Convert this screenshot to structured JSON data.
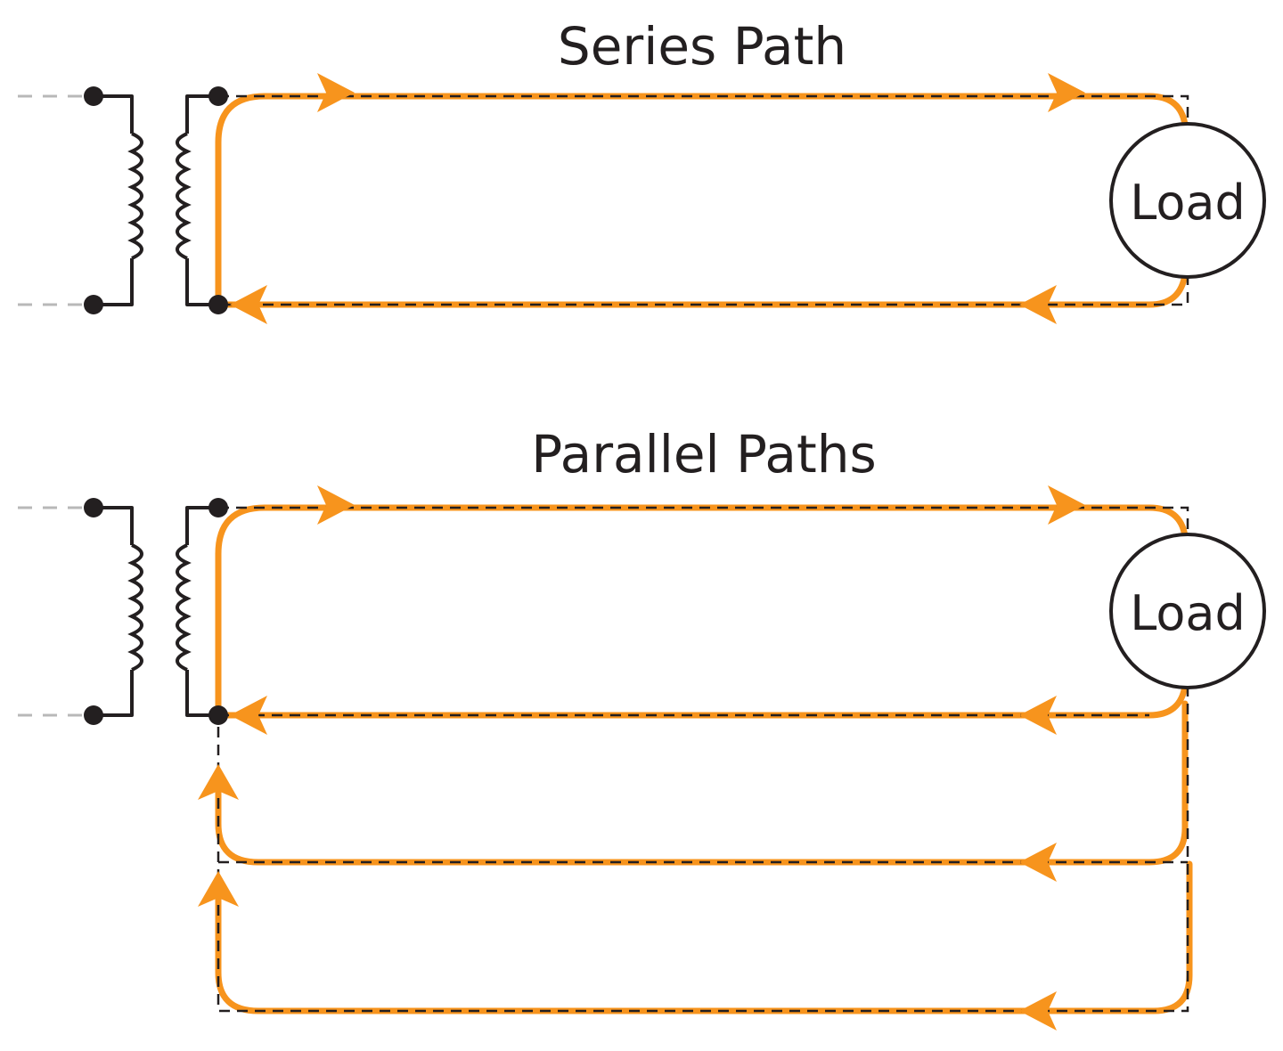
{
  "series": {
    "title": "Series Path",
    "load_label": "Load"
  },
  "parallel": {
    "title": "Parallel Paths",
    "load_label": "Load"
  },
  "colors": {
    "current_flow": "#f7941d",
    "conductor": "#231f20",
    "primary_lead": "#b8b8b8"
  },
  "icons": {
    "transformer": "transformer-coil-icon",
    "load": "load-circle-icon",
    "current_arrow": "current-flow-arrow-icon"
  }
}
